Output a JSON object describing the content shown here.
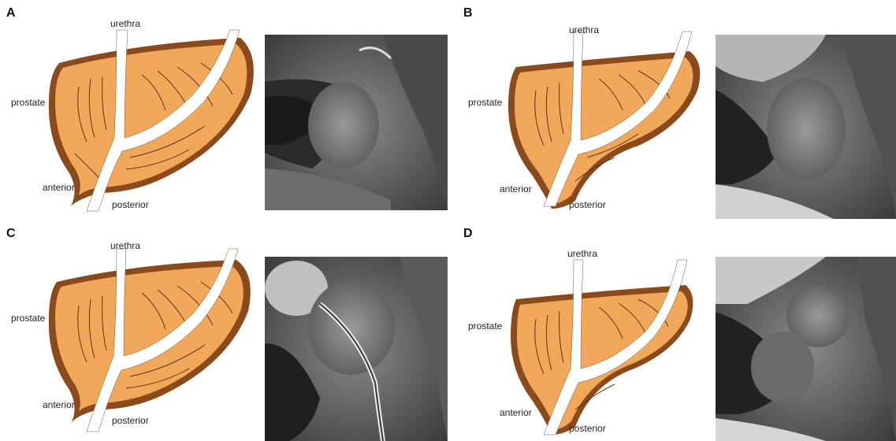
{
  "panels": [
    {
      "id": "A",
      "letter": "A"
    },
    {
      "id": "B",
      "letter": "B"
    },
    {
      "id": "C",
      "letter": "C"
    },
    {
      "id": "D",
      "letter": "D"
    }
  ],
  "labels": {
    "urethra": "urethra",
    "prostate": "prostate",
    "anterior": "anterior",
    "posterior": "posterior"
  },
  "colors": {
    "prostate_fill": "#f2a85a",
    "prostate_outline": "#8a4a1c",
    "urethra_fill": "#ffffff",
    "lobe_lines": "#5a3318"
  }
}
